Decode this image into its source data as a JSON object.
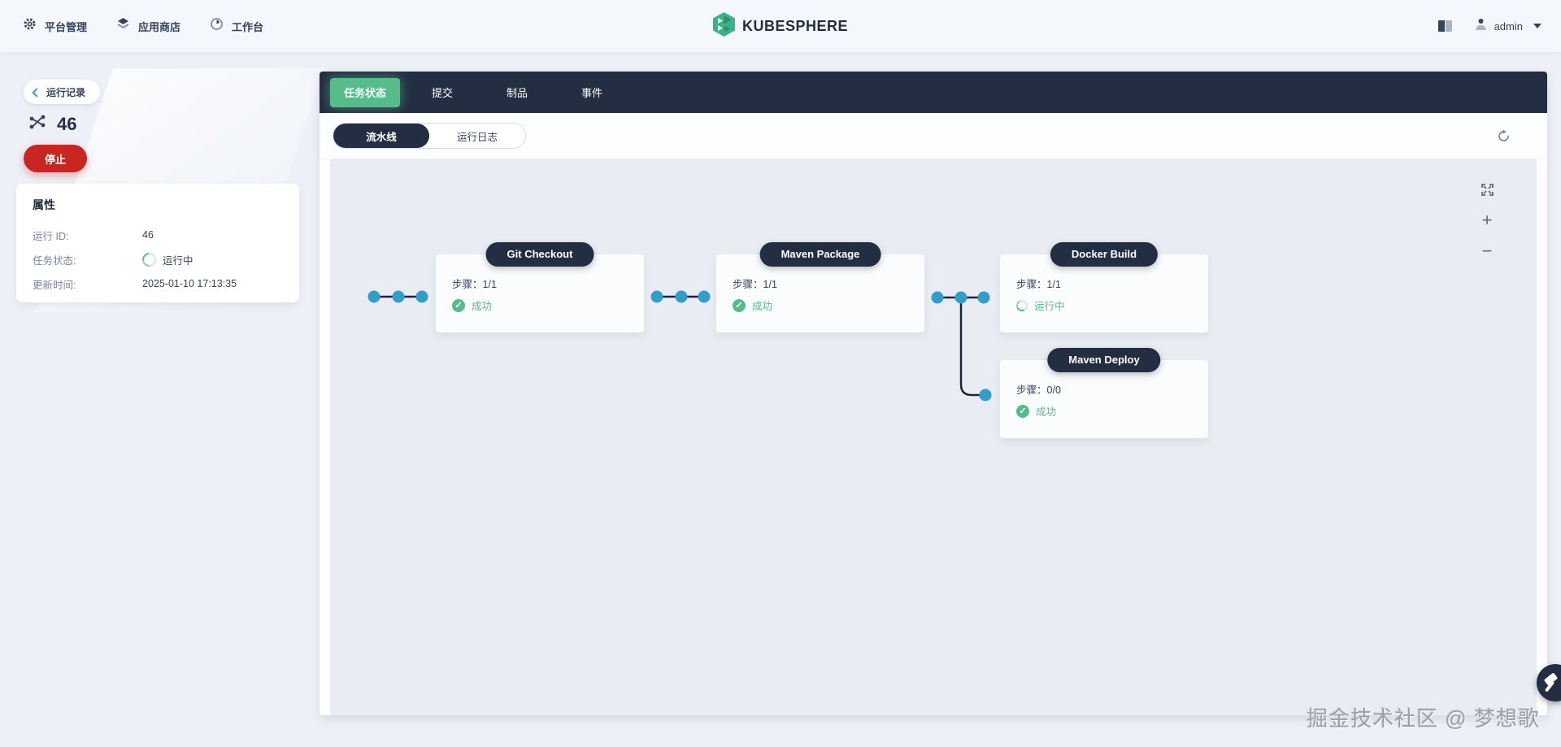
{
  "header": {
    "nav": [
      {
        "label": "平台管理",
        "icon": "gear-icon"
      },
      {
        "label": "应用商店",
        "icon": "app-store-icon"
      },
      {
        "label": "工作台",
        "icon": "workbench-icon"
      }
    ],
    "logo_text": "KUBESPHERE",
    "docs_icon": "book-icon",
    "user": {
      "name": "admin",
      "icon": "user-icon"
    }
  },
  "sidebar": {
    "back_label": "运行记录",
    "run_icon": "pipeline-run-icon",
    "run_title": "46",
    "stop_label": "停止",
    "props_title": "属性",
    "props": [
      {
        "label": "运行 ID:",
        "value": "46"
      },
      {
        "label": "任务状态:",
        "value": "运行中",
        "state": "running"
      },
      {
        "label": "更新时间:",
        "value": "2025-01-10 17:13:35"
      }
    ]
  },
  "tabs": {
    "items": [
      {
        "label": "任务状态",
        "active": true
      },
      {
        "label": "提交",
        "active": false
      },
      {
        "label": "制品",
        "active": false
      },
      {
        "label": "事件",
        "active": false
      }
    ]
  },
  "view_toggle": {
    "items": [
      {
        "label": "流水线",
        "active": true
      },
      {
        "label": "运行日志",
        "active": false
      }
    ]
  },
  "pipeline": {
    "steps_label": "步骤：",
    "stages": [
      {
        "name": "Git Checkout",
        "steps": "1/1",
        "status": "成功",
        "state": "success"
      },
      {
        "name": "Maven Package",
        "steps": "1/1",
        "status": "成功",
        "state": "success"
      },
      {
        "name": "Docker Build",
        "steps": "1/1",
        "status": "运行中",
        "state": "running"
      },
      {
        "name": "Maven Deploy",
        "steps": "0/0",
        "status": "成功",
        "state": "success"
      }
    ],
    "check_glyph": "✓"
  },
  "canvas_controls": {
    "fullscreen": "fullscreen-icon",
    "zoom_in": "+",
    "zoom_out": "−"
  },
  "toolbar": {
    "refresh_icon": "refresh-icon"
  },
  "watermark": "掘金技术社区 @ 梦想歌",
  "colors": {
    "accent_green": "#55bc8a",
    "dark_navy": "#242e42",
    "stop_red": "#ca2621",
    "link_blue": "#329dce",
    "dot_blue": "#319dca",
    "canvas_bg": "#e9edf3"
  }
}
